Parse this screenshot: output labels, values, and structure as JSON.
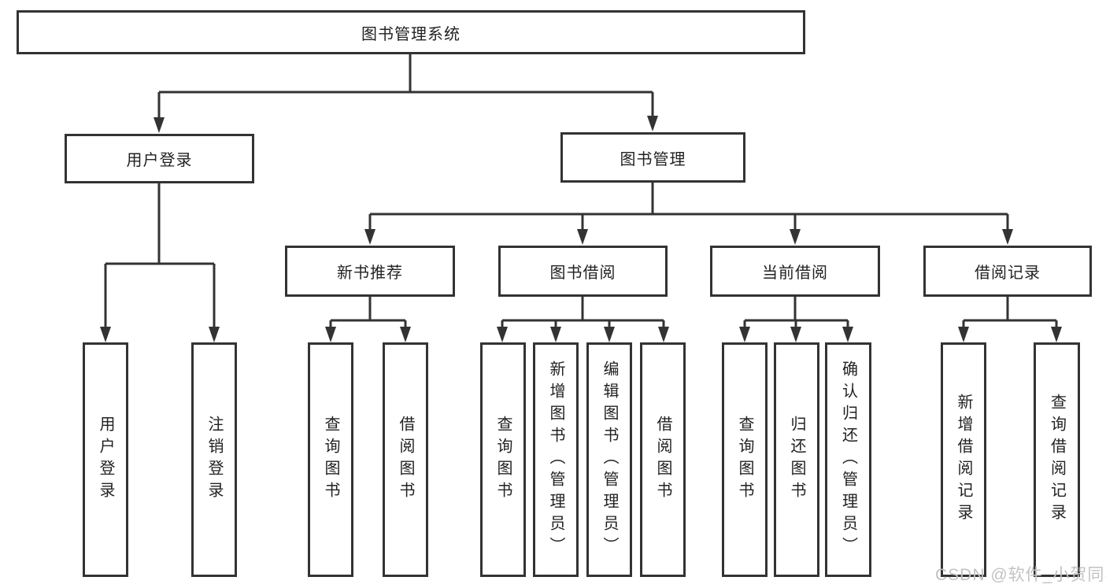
{
  "tree": {
    "label": "图书管理系统",
    "children": [
      {
        "label": "用户登录",
        "children": [
          {
            "label": "用户登录"
          },
          {
            "label": "注销登录"
          }
        ]
      },
      {
        "label": "图书管理",
        "children": [
          {
            "label": "新书推荐",
            "children": [
              {
                "label": "查询图书"
              },
              {
                "label": "借阅图书"
              }
            ]
          },
          {
            "label": "图书借阅",
            "children": [
              {
                "label": "查询图书"
              },
              {
                "label": "新增图书（管理员）"
              },
              {
                "label": "编辑图书（管理员）"
              },
              {
                "label": "借阅图书"
              }
            ]
          },
          {
            "label": "当前借阅",
            "children": [
              {
                "label": "查询图书"
              },
              {
                "label": "归还图书"
              },
              {
                "label": "确认归还（管理员）"
              }
            ]
          },
          {
            "label": "借阅记录",
            "children": [
              {
                "label": "新增借阅记录"
              },
              {
                "label": "查询借阅记录"
              }
            ]
          }
        ]
      }
    ]
  },
  "watermark": {
    "text": "CSDN @软件_小贺同学"
  },
  "colors": {
    "line": "#333333",
    "box_border": "#333333",
    "box_fill": "#ffffff",
    "text": "#222222",
    "watermark": "#c2c2c2"
  }
}
